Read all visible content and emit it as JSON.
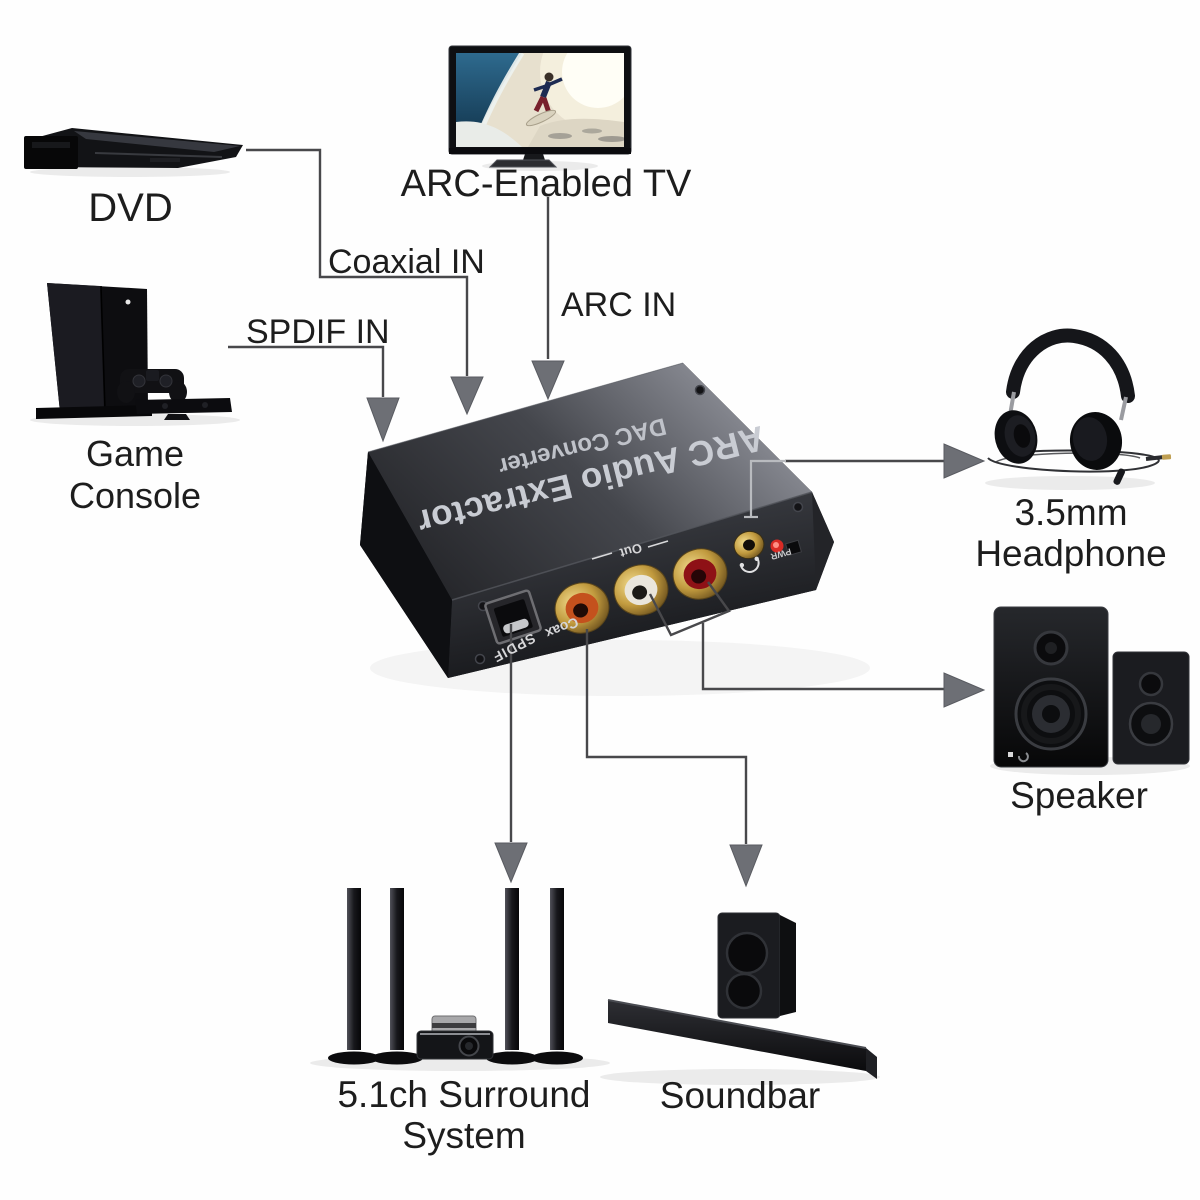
{
  "device": {
    "title_line1": "ARC Audio Extractor",
    "title_line2": "DAC Converter",
    "ports": {
      "spdif": "SPDIF",
      "coax": "Coax",
      "out": "Out",
      "pwr": "PWR"
    }
  },
  "nodes": {
    "dvd": {
      "label": "DVD"
    },
    "tv": {
      "label": "ARC-Enabled TV"
    },
    "game_console": {
      "label": "Game Console"
    },
    "headphone": {
      "label_line1": "3.5mm",
      "label_line2": "Headphone"
    },
    "speaker": {
      "label": "Speaker"
    },
    "surround": {
      "label_line1": "5.1ch Surround",
      "label_line2": "System"
    },
    "soundbar": {
      "label": "Soundbar"
    }
  },
  "connections": [
    {
      "id": "dvd-to-converter",
      "label": "Coaxial IN",
      "from": "dvd",
      "to": "converter"
    },
    {
      "id": "console-to-converter",
      "label": "SPDIF IN",
      "from": "game_console",
      "to": "converter"
    },
    {
      "id": "tv-to-converter",
      "label": "ARC IN",
      "from": "tv",
      "to": "converter"
    },
    {
      "id": "converter-to-headphone",
      "label": "",
      "from": "converter",
      "to": "headphone"
    },
    {
      "id": "converter-to-speaker",
      "label": "",
      "from": "converter",
      "to": "speaker"
    },
    {
      "id": "converter-to-surround",
      "label": "",
      "from": "converter",
      "to": "surround"
    },
    {
      "id": "converter-to-soundbar",
      "label": "",
      "from": "converter",
      "to": "soundbar"
    }
  ],
  "colors": {
    "background": "#ffffff",
    "line": "#48484b",
    "arrow": "#6d6f75",
    "rca_coaxial": "#c4511d",
    "rca_left": "#eae6dc",
    "rca_right": "#8e1116",
    "led_power": "#d92b25",
    "gold": "#c19a3e"
  }
}
